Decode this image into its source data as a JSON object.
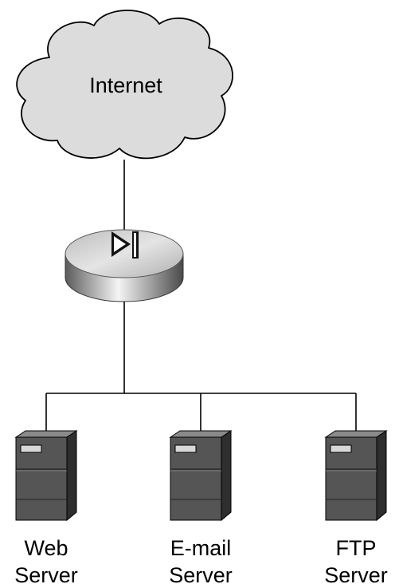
{
  "nodes": {
    "cloud": {
      "label": "Internet",
      "icon": "cloud-icon"
    },
    "router": {
      "icon": "router-icon"
    },
    "servers": [
      {
        "line1": "Web",
        "line2": "Server",
        "icon": "server-icon"
      },
      {
        "line1": "E-mail",
        "line2": "Server",
        "icon": "server-icon"
      },
      {
        "line1": "FTP",
        "line2": "Server",
        "icon": "server-icon"
      }
    ]
  },
  "colors": {
    "cloud_fill": "#dcdcdc",
    "outline": "#000000",
    "server_face": "#555555",
    "router_side": "#bdbdbd"
  }
}
